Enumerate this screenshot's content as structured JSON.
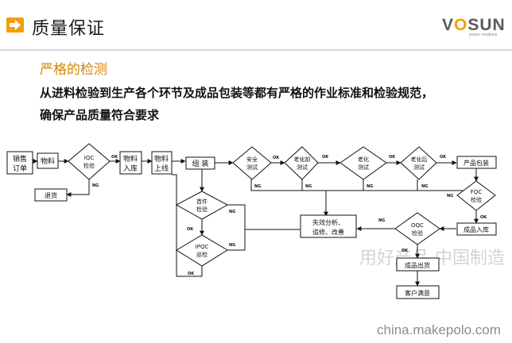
{
  "header": {
    "title": "质量保证",
    "logo": {
      "prefix": "V",
      "o": "O",
      "suffix": "SUN",
      "tagline": "power creations"
    },
    "accent_color": "#f2a007"
  },
  "section": {
    "title": "严格的检测",
    "line1": "从进料检验到生产各个环节及成品包装等都有严格的作业标准和检验规范，",
    "line2": "确保产品质量符合要求"
  },
  "flow": {
    "nodes": {
      "order": [
        "销售",
        "订单"
      ],
      "material": "物料",
      "iqc": [
        "IQC",
        "检验"
      ],
      "stock_in": [
        "物料",
        "入库"
      ],
      "online": [
        "物料",
        "上线"
      ],
      "assembly": "组 装",
      "safety": [
        "安全",
        "测试"
      ],
      "pre_aging": [
        "老化前",
        "测试"
      ],
      "aging": [
        "老化",
        "测试"
      ],
      "post_aging": [
        "老化后",
        "测试"
      ],
      "packing": "产品包装",
      "fqc": [
        "FQC",
        "检验"
      ],
      "return": "退货",
      "first_piece": [
        "首件",
        "检验"
      ],
      "ipqc": [
        "IPQC",
        "巡检"
      ],
      "analysis": [
        "失效分析、",
        "追修、改善"
      ],
      "oqc": [
        "OQC",
        "检验"
      ],
      "warehouse": "成品入库",
      "shipping": "成品出货",
      "satisfaction": "客户满意"
    },
    "labels": {
      "ok": "OK",
      "ng": "NG"
    },
    "watermark": "用好产品 中国制造"
  },
  "footer": {
    "watermark": "china.makepolo.com"
  }
}
